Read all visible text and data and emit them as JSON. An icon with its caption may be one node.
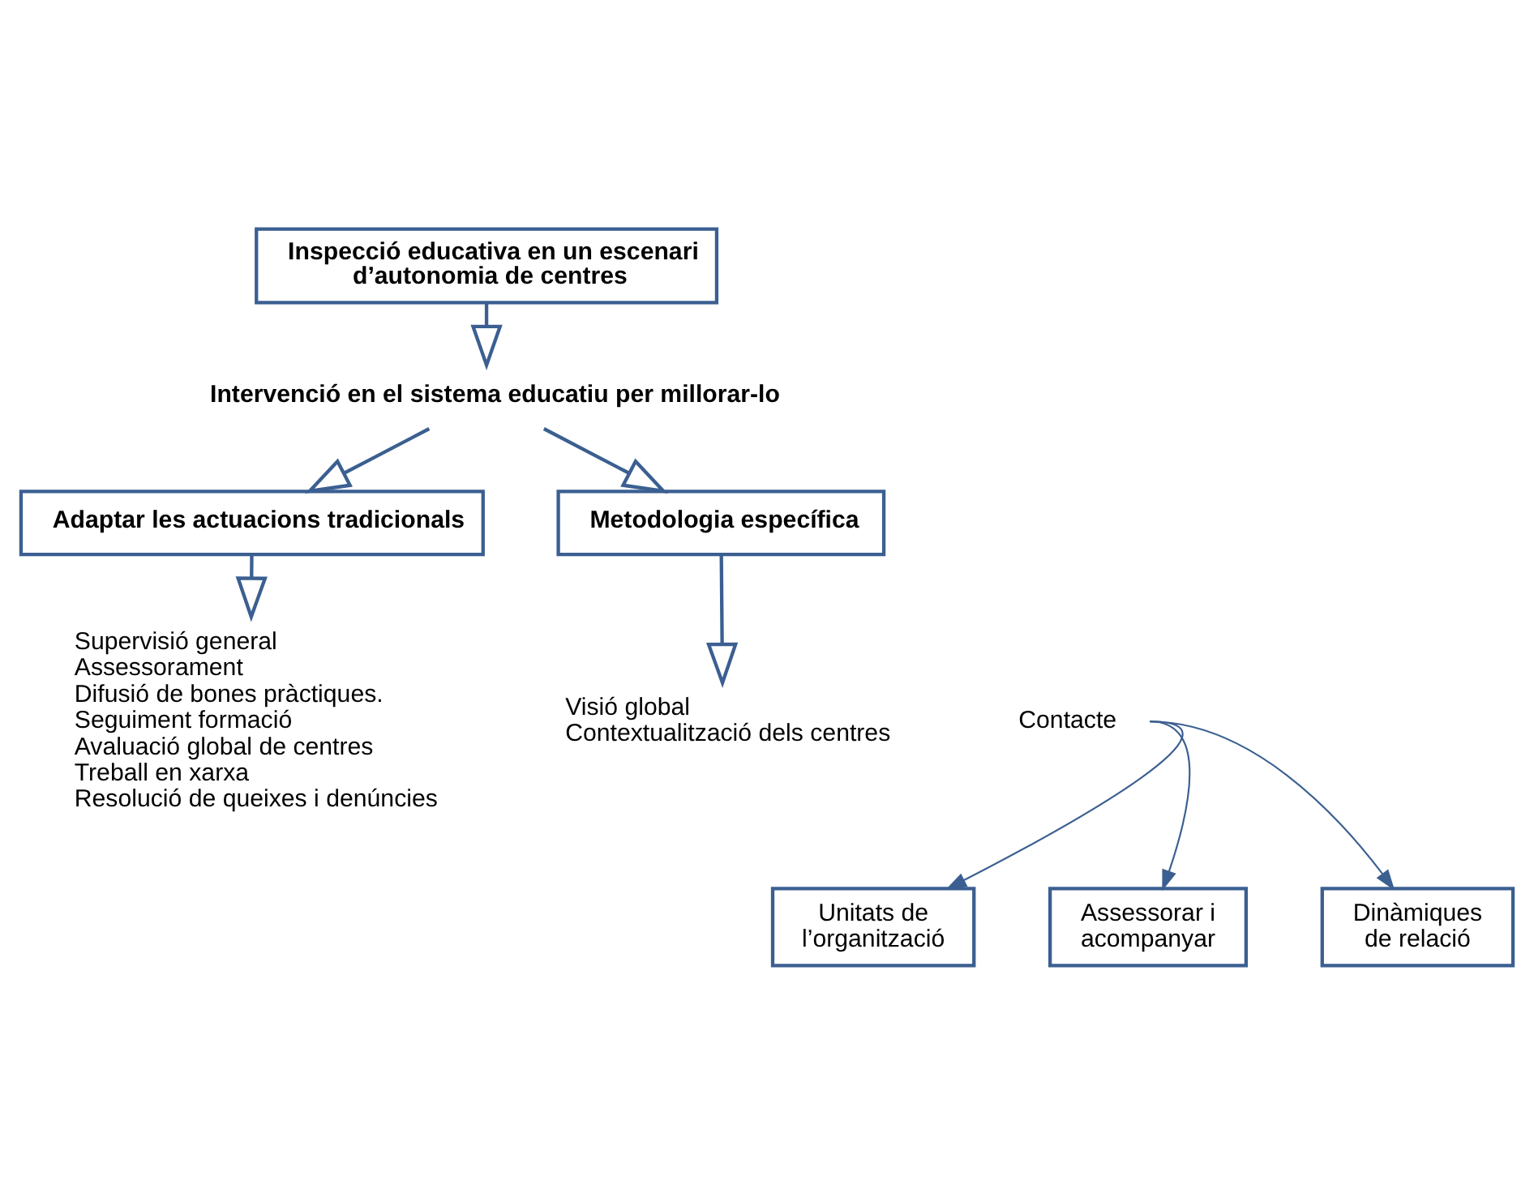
{
  "diagram": {
    "nodes": [
      {
        "text": [
          "Inspecció educativa en un escenari d’autonomia de centres"
        ]
      },
      {
        "text": [
          "Intervenció en el sistema educatiu per millorar-lo"
        ]
      },
      {
        "text": [
          "Adaptar les actuacions tradicionals"
        ]
      },
      {
        "text": [
          "Metodologia específica"
        ]
      },
      {
        "text": [
          "Supervisió general",
          "Assessorament",
          "Difusió de bones pràctiques.",
          "Seguiment formació",
          "Avaluació global de centres",
          "Treball en xarxa",
          "Resolució de queixes i denúncies"
        ]
      },
      {
        "text": [
          "Visió global",
          "Contextualització dels centres"
        ]
      },
      {
        "text": [
          "Contacte"
        ]
      },
      {
        "text": [
          "Unitats de l’organització"
        ]
      },
      {
        "text": [
          "Assessorar i acompanyar"
        ]
      },
      {
        "text": [
          "Dinàmiques de relació"
        ]
      }
    ],
    "edges": [
      {
        "from": 0,
        "to": 1,
        "arrow": "to"
      },
      {
        "from": 1,
        "to": 2,
        "arrow": "to"
      },
      {
        "from": 1,
        "to": 3,
        "arrow": "to"
      },
      {
        "from": 2,
        "to": 4,
        "arrow": "to"
      },
      {
        "from": 3,
        "to": 5,
        "arrow": "to"
      },
      {
        "from": 6,
        "to": 7,
        "arrow": "to"
      },
      {
        "from": 6,
        "to": 8,
        "arrow": "to"
      },
      {
        "from": 6,
        "to": 9,
        "arrow": "to"
      }
    ]
  }
}
